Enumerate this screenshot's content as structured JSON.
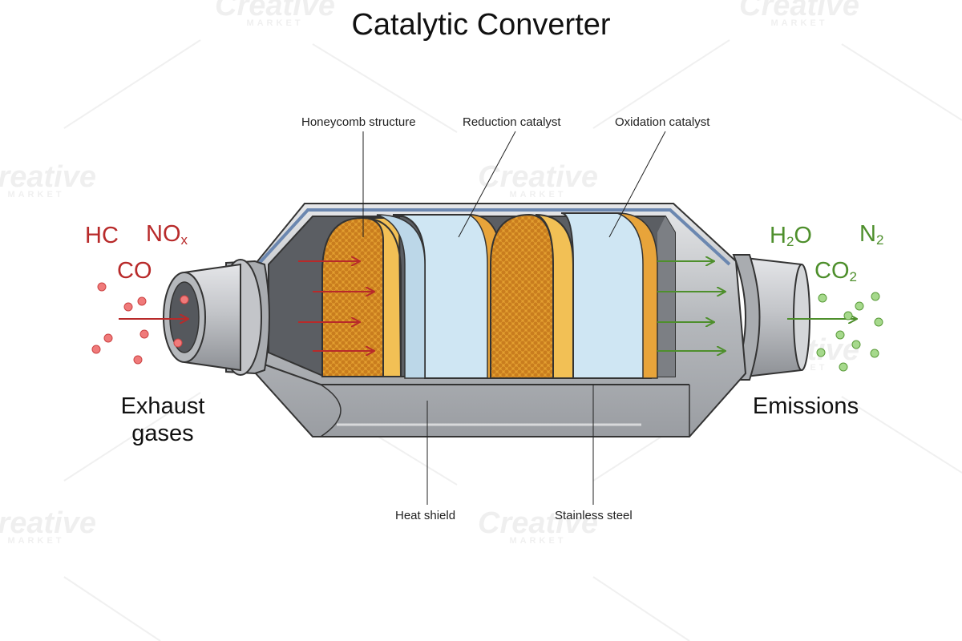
{
  "title": "Catalytic Converter",
  "labels": {
    "honeycomb": "Honeycomb structure",
    "reduction": "Reduction catalyst",
    "oxidation": "Oxidation catalyst",
    "heat_shield": "Heat shield",
    "stainless": "Stainless steel",
    "exhaust_line1": "Exhaust",
    "exhaust_line2": "gases",
    "emissions": "Emissions"
  },
  "inputs": {
    "hc": "HC",
    "nox_main": "NO",
    "nox_sub": "x",
    "co": "CO"
  },
  "outputs": {
    "h2o_h": "H",
    "h2o_sub": "2",
    "h2o_o": "O",
    "n2_main": "N",
    "n2_sub": "2",
    "co2_main": "CO",
    "co2_sub": "2"
  },
  "watermark": {
    "word": "Creative",
    "sub": "MARKET"
  },
  "colors": {
    "input_red": "#b82a2a",
    "output_green": "#4e8f2c",
    "honeycomb": "#e09a2c",
    "catalyst_blue": "#cfe6f3",
    "interior": "#5b5e63",
    "shell": "#b7b9bd"
  }
}
